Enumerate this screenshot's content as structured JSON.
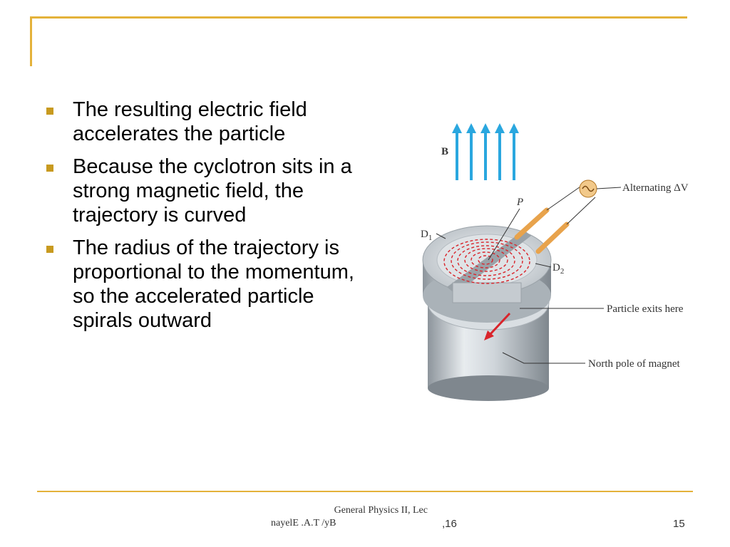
{
  "bullets": [
    "The resulting electric field accelerates the particle",
    "Because the cyclotron sits in a strong magnetic field, the trajectory is curved",
    "The radius of the trajectory is proportional to the momentum, so the accelerated particle spirals outward"
  ],
  "figure": {
    "label_b": "B",
    "label_p": "P",
    "label_alternating": "Alternating ΔV",
    "label_d1": "D",
    "label_d1_sub": "1",
    "label_d2": "D",
    "label_d2_sub": "2",
    "label_exit": "Particle exits here",
    "label_north": "North pole of magnet",
    "arrow_color": "#2aa7df",
    "spiral_color": "#d9242b",
    "electrode_color": "#e8a34c"
  },
  "footer": {
    "line1": "General Physics II, Lec",
    "line2": "nayelE .A.T /yB",
    "date": ",16",
    "page_number": "15"
  }
}
